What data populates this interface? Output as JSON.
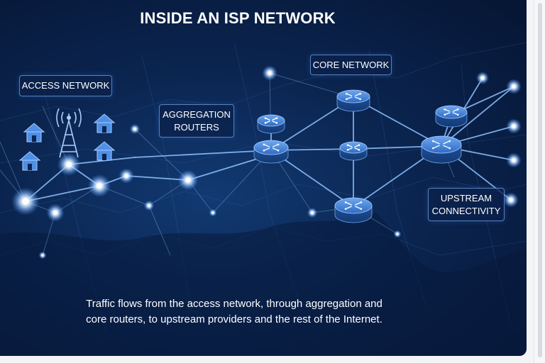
{
  "title": "INSIDE AN ISP NETWORK",
  "labels": {
    "access": "ACCESS NETWORK",
    "core": "CORE NETWORK",
    "aggregation_line1": "AGGREGATION",
    "aggregation_line2": "ROUTERS",
    "upstream_line1": "UPSTREAM",
    "upstream_line2": "CONNECTIVITY"
  },
  "caption_line1": "Traffic flows from the access network, through aggregation and",
  "caption_line2": "core routers, to upstream providers and the rest of the Internet.",
  "icons": [
    "house-icon",
    "cell-tower-icon",
    "router-icon"
  ],
  "colors": {
    "background": "#0b2550",
    "link": "#8fc3ff",
    "router": "#3a7bd5",
    "glow": "#cfe6ff"
  }
}
